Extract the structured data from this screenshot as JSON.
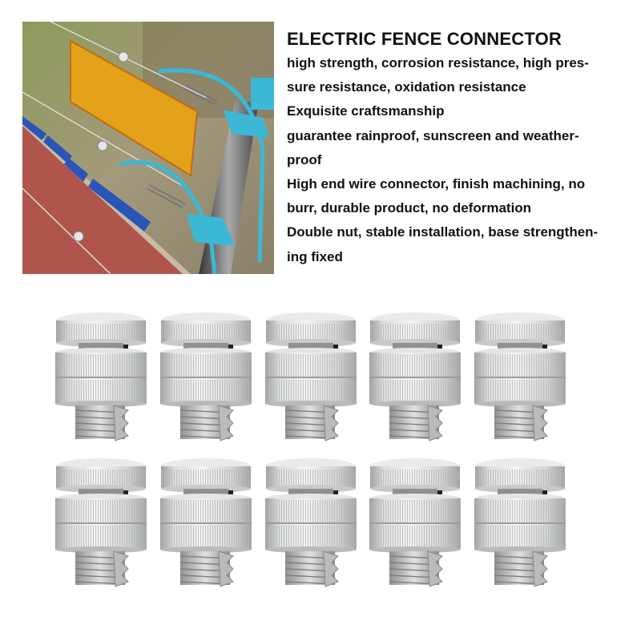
{
  "product": {
    "title": "ELECTRIC FENCE CONNECTOR",
    "feature_lines": [
      "high strength, corrosion resistance, high pres-",
      "sure resistance, oxidation resistance",
      "Exquisite craftsmanship",
      "guarantee rainproof, sunscreen and weather-",
      "proof",
      "High end wire connector, finish machining, no",
      "burr, durable product, no deformation",
      "Double nut, stable installation, base strengthen-",
      "ing fixed"
    ]
  },
  "photo": {
    "subject": "electric-fence-installation-photo",
    "colors": {
      "sign": "#E3A21A",
      "bracket": "#3CB8D6",
      "track": "#B0554B",
      "ground": "#8C8A63",
      "blocks": "#2A55B8"
    }
  },
  "connectors": {
    "count": 10,
    "rows": 2,
    "per_row": 5,
    "color": "#D9DADB"
  }
}
